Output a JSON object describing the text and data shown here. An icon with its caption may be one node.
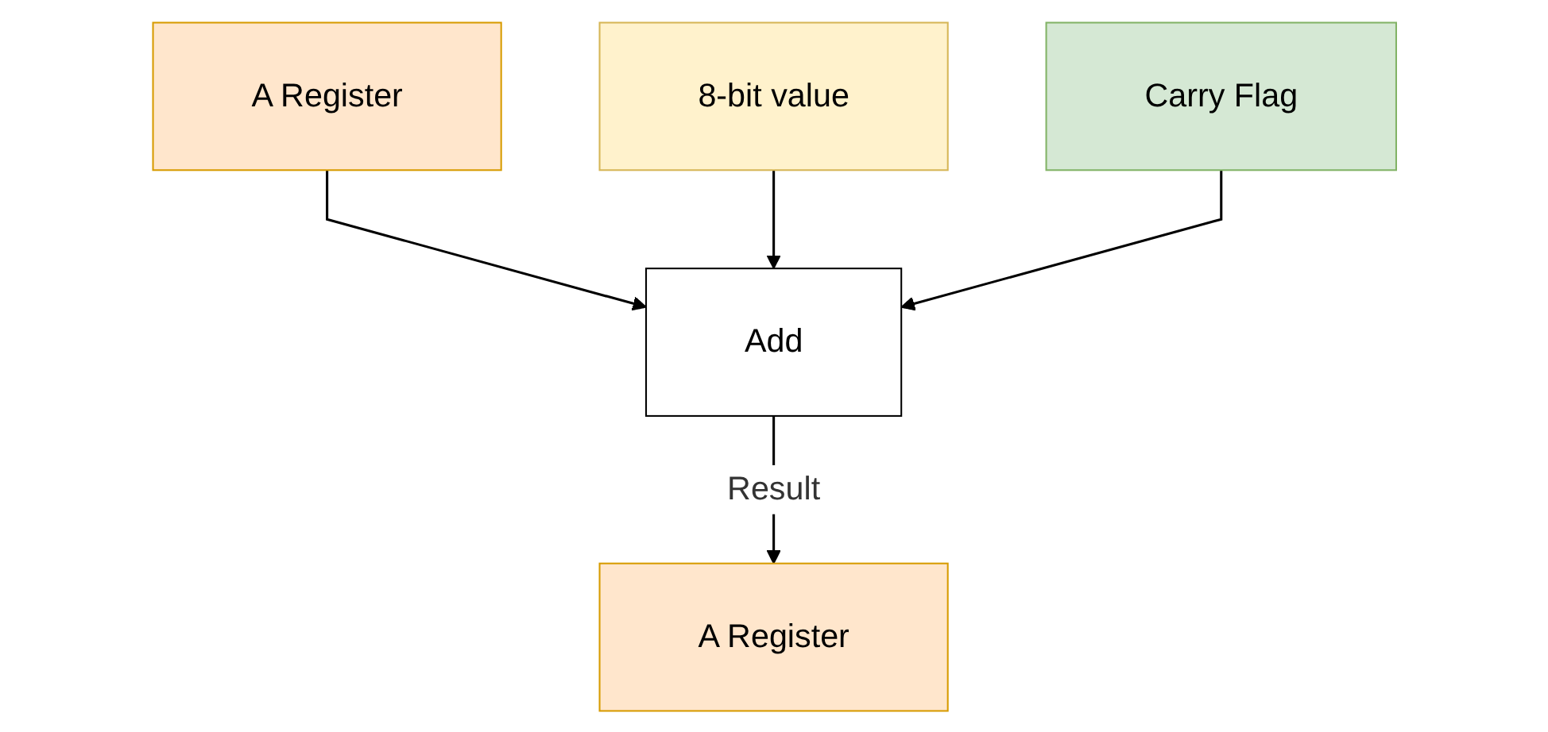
{
  "diagram": {
    "nodes": [
      {
        "text": [
          "A Register"
        ]
      },
      {
        "text": [
          "8-bit value"
        ]
      },
      {
        "text": [
          "Carry Flag"
        ]
      },
      {
        "text": [
          "Add"
        ]
      },
      {
        "text": [
          "A Register"
        ]
      }
    ],
    "edges": [
      {
        "from": 0,
        "to": 3,
        "arrow": "to"
      },
      {
        "from": 1,
        "to": 3,
        "arrow": "to"
      },
      {
        "from": 2,
        "to": 3,
        "arrow": "to"
      },
      {
        "from": 3,
        "to": 4,
        "label": "Result",
        "arrow": "to"
      }
    ]
  }
}
